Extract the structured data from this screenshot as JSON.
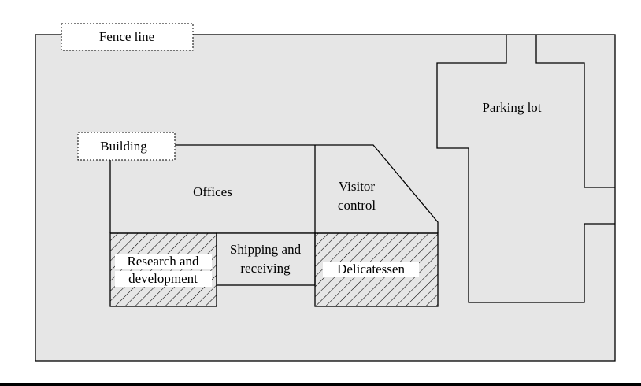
{
  "labels": {
    "fence_line": "Fence line",
    "building": "Building",
    "offices": "Offices",
    "visitor_control_1": "Visitor",
    "visitor_control_2": "control",
    "parking_lot": "Parking lot",
    "rd_1": "Research and",
    "rd_2": "development",
    "shipping_1": "Shipping and",
    "shipping_2": "receiving",
    "delicatessen": "Delicatessen"
  },
  "colors": {
    "ground": "#e6e6e6",
    "line": "#000000",
    "label_bg": "#ffffff",
    "hatch": "#000000"
  }
}
